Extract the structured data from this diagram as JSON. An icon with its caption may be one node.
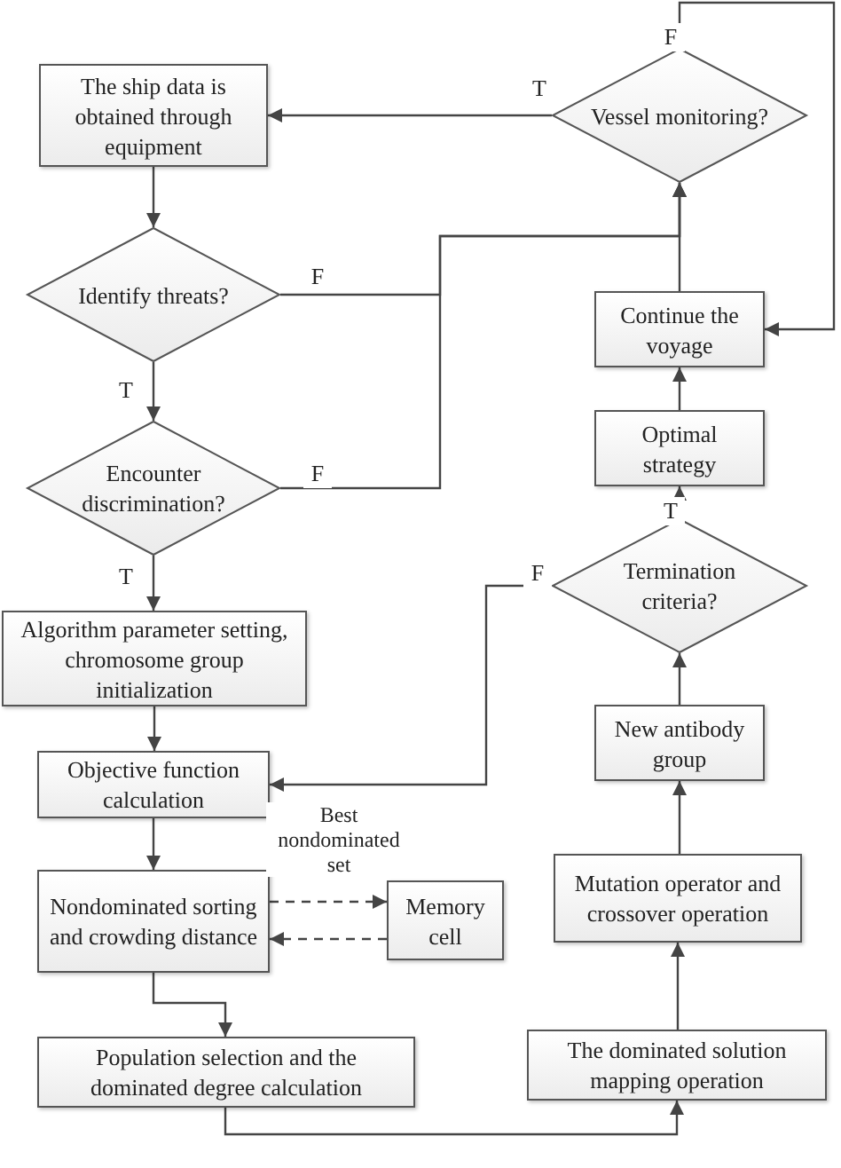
{
  "diagram": {
    "nodes": [
      {
        "text": [
          "Vessel monitoring?"
        ]
      },
      {
        "text": [
          "The ship data is obtained through equipment"
        ]
      },
      {
        "text": [
          "Identify threats?"
        ]
      },
      {
        "text": [
          "Continue the voyage"
        ]
      },
      {
        "text": [
          "Encounter discrimination?"
        ]
      },
      {
        "text": [
          "Optimal strategy"
        ]
      },
      {
        "text": [
          "Termination criteria?"
        ]
      },
      {
        "text": [
          "Algorithm parameter setting, chromosome group initialization"
        ]
      },
      {
        "text": [
          "Objective function calculation"
        ]
      },
      {
        "text": [
          "Nondominated sorting and crowding distance"
        ]
      },
      {
        "text": [
          "Memory cell"
        ]
      },
      {
        "text": [
          "Population selection and the dominated degree calculation"
        ]
      },
      {
        "text": [
          "New antibody group"
        ]
      },
      {
        "text": [
          "Mutation operator and crossover operation"
        ]
      },
      {
        "text": [
          "The dominated solution mapping operation"
        ]
      }
    ],
    "edges": [
      {
        "from": 0,
        "to": 1,
        "arrow": "to",
        "label": "T"
      },
      {
        "from": 0,
        "to": 3,
        "arrow": "to",
        "label": "F"
      },
      {
        "from": 1,
        "to": 2,
        "arrow": "to"
      },
      {
        "from": 2,
        "to": 4,
        "arrow": "to",
        "label": "T"
      },
      {
        "from": 2,
        "to": 0,
        "arrow": "to",
        "label": "F"
      },
      {
        "from": 4,
        "to": 0,
        "arrow": "to",
        "label": "F"
      },
      {
        "from": 3,
        "to": 0,
        "arrow": "to"
      },
      {
        "from": 5,
        "to": 3,
        "arrow": "to"
      },
      {
        "from": 6,
        "to": 5,
        "arrow": "to",
        "label": "T"
      },
      {
        "from": 6,
        "to": 8,
        "arrow": "to",
        "label": "F"
      },
      {
        "from": 4,
        "to": 7,
        "arrow": "to",
        "label": "T"
      },
      {
        "from": 7,
        "to": 8,
        "arrow": "to"
      },
      {
        "from": 8,
        "to": 9,
        "arrow": "to"
      },
      {
        "from": 9,
        "to": 10,
        "arrow": "to",
        "label": "Best nondominated set",
        "style": "dashed"
      },
      {
        "from": 10,
        "to": 9,
        "arrow": "to",
        "style": "dashed"
      },
      {
        "from": 9,
        "to": 11,
        "arrow": "to"
      },
      {
        "from": 11,
        "to": 14,
        "arrow": "to"
      },
      {
        "from": 14,
        "to": 13,
        "arrow": "to"
      },
      {
        "from": 13,
        "to": 12,
        "arrow": "to"
      },
      {
        "from": 12,
        "to": 6,
        "arrow": "to"
      }
    ]
  }
}
